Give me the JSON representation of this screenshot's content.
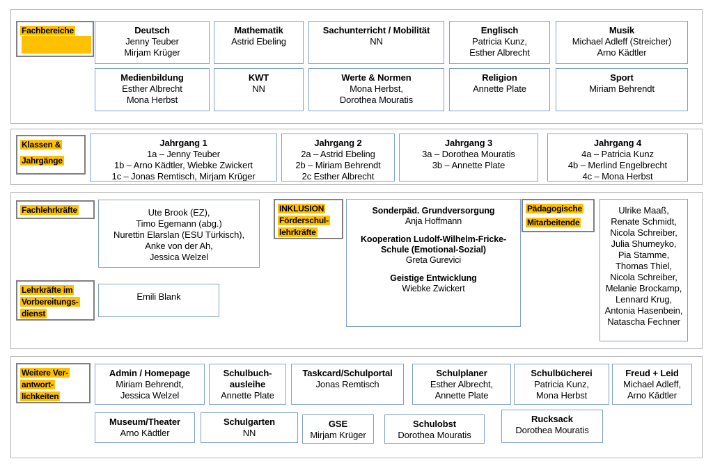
{
  "diagram": {
    "title_colors": {
      "highlight": "#ffc000",
      "box_border": "#7f9fd6",
      "section_border": "#b3b3b3",
      "tag_border": "#808080"
    }
  },
  "sections": [
    {
      "id": "fachbereiche",
      "tag_lines": [
        "Fachbereiche"
      ],
      "boxes": [
        {
          "title": "Deutsch",
          "lines": [
            "Jenny Teuber",
            "Mirjam Krüger"
          ]
        },
        {
          "title": "Mathematik",
          "lines": [
            "Astrid Ebeling"
          ]
        },
        {
          "title": "Sachunterricht / Mobilität",
          "lines": [
            "NN"
          ]
        },
        {
          "title": "Englisch",
          "lines": [
            "Patricia Kunz,",
            "Esther Albrecht"
          ]
        },
        {
          "title": "Musik",
          "lines": [
            "Michael Adleff (Streicher)",
            "Arno Kädtler"
          ]
        },
        {
          "title": "Medienbildung",
          "lines": [
            "Esther Albrecht",
            "Mona Herbst"
          ]
        },
        {
          "title": "KWT",
          "lines": [
            "NN"
          ]
        },
        {
          "title": "Werte & Normen",
          "lines": [
            "Mona Herbst,",
            "Dorothea Mouratis"
          ]
        },
        {
          "title": "Religion",
          "lines": [
            "Annette Plate"
          ]
        },
        {
          "title": "Sport",
          "lines": [
            "Miriam Behrendt"
          ]
        }
      ]
    },
    {
      "id": "klassen",
      "tag_lines": [
        "Klassen &",
        "Jahrgänge"
      ],
      "boxes": [
        {
          "title": "Jahrgang 1",
          "lines": [
            "1a – Jenny Teuber",
            "1b – Arno Kädtler, Wiebke Zwickert",
            "1c – Jonas Remtisch, Mirjam Krüger"
          ]
        },
        {
          "title": "Jahrgang 2",
          "lines": [
            "2a – Astrid Ebeling",
            "2b – Miriam Behrendt",
            "2c Esther Albrecht"
          ]
        },
        {
          "title": "Jahrgang 3",
          "lines": [
            "3a – Dorothea Mouratis",
            "3b – Annette Plate"
          ]
        },
        {
          "title": "Jahrgang 4",
          "lines": [
            "4a – Patricia Kunz",
            "4b – Merlind Engelbrecht",
            "4c – Mona Herbst"
          ]
        }
      ]
    },
    {
      "id": "lehrkraefte",
      "tag_fach": [
        "Fachlehrkräfte"
      ],
      "tag_vorbereitung": [
        "Lehrkräfte im",
        "Vorbereitungs-",
        "dienst"
      ],
      "tag_inklusion": [
        "INKLUSION",
        "Förderschul-",
        "lehrkräfte"
      ],
      "tag_paedagogische": [
        "Pädagogische",
        "Mitarbeitende"
      ],
      "box_fachlehrkraefte": {
        "lines": [
          "Ute Brook (EZ),",
          "Timo Egemann (abg.)",
          "Nurettin Elarslan (ESU Türkisch),",
          "Anke von der Ah,",
          "Jessica Welzel"
        ]
      },
      "box_vorbereitung": {
        "lines": [
          "Emili Blank"
        ]
      },
      "box_inklusion_groups": [
        {
          "title": "Sonderpäd. Grundversorgung",
          "lines": [
            "Anja Hoffmann"
          ]
        },
        {
          "title": "Kooperation Ludolf-Wilhelm-Fricke-Schule (Emotional-Sozial)",
          "lines": [
            "Greta Gurevici"
          ]
        },
        {
          "title": "Geistige Entwicklung",
          "lines": [
            "Wiebke Zwickert"
          ]
        }
      ],
      "box_paedagogische": {
        "lines": [
          "Ulrike Maaß,",
          "Renate Schmidt,",
          "Nicola Schreiber,",
          "Julia Shumeyko,",
          "Pia Stamme,",
          "Thomas Thiel,",
          "Nicola Schreiber,",
          "Melanie Brockamp,",
          "Lennard Krug,",
          "Antonia Hasenbein,",
          "Natascha Fechner"
        ]
      }
    },
    {
      "id": "weitere",
      "tag_lines": [
        "Weitere Ver-",
        "antwort-",
        "lichkeiten"
      ],
      "boxes": [
        {
          "title": "Admin / Homepage",
          "lines": [
            "Miriam Behrendt,",
            "Jessica Welzel"
          ]
        },
        {
          "title_lines": [
            "Schulbuch-",
            "ausleihe"
          ],
          "lines": [
            "Annette Plate"
          ]
        },
        {
          "title": "Taskcard/Schulportal",
          "lines": [
            "Jonas Remtisch"
          ]
        },
        {
          "title": "Schulplaner",
          "lines": [
            "Esther Albrecht,",
            "Annette Plate"
          ]
        },
        {
          "title": "Schulbücherei",
          "lines": [
            "Patricia Kunz,",
            "Mona Herbst"
          ]
        },
        {
          "title": "Freud + Leid",
          "lines": [
            "Michael Adleff,",
            "Arno Kädtler"
          ]
        },
        {
          "title": "Museum/Theater",
          "lines": [
            "Arno Kädtler"
          ]
        },
        {
          "title": "Schulgarten",
          "lines": [
            "NN"
          ]
        },
        {
          "title": "GSE",
          "lines": [
            "Mirjam Krüger"
          ]
        },
        {
          "title": "Schulobst",
          "lines": [
            "Dorothea Mouratis"
          ]
        },
        {
          "title": "Rucksack",
          "lines": [
            "Dorothea Mouratis"
          ]
        }
      ]
    }
  ]
}
